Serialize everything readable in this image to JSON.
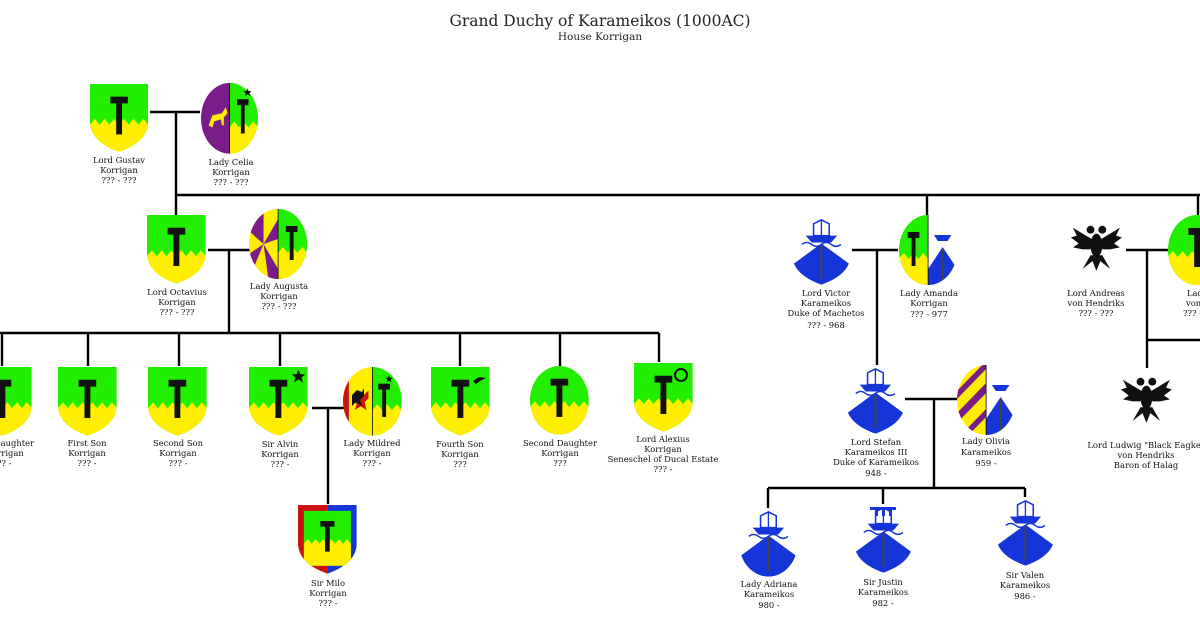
{
  "title": "Grand Duchy of Karameikos (1000AC)",
  "subtitle": "House Korrigan",
  "colors": {
    "green": "#22ee00",
    "yellow": "#ffee00",
    "black": "#111111",
    "blue": "#1535d8",
    "purple": "#7a1c8a",
    "red": "#cc1111",
    "white": "#ffffff"
  },
  "people": [
    {
      "id": "gustav",
      "arms": "korrigan-hammer",
      "lines": [
        "Lord Gustav",
        "Korrigan",
        "??? - ???"
      ]
    },
    {
      "id": "celia",
      "arms": "celia-unicorn-star",
      "lines": [
        "Lady Celia",
        "Korrigan",
        "??? - ???"
      ]
    },
    {
      "id": "octavius",
      "arms": "korrigan-hammer",
      "lines": [
        "Lord Octavius",
        "Korrigan",
        "??? - ???"
      ]
    },
    {
      "id": "augusta",
      "arms": "augusta-gyronny",
      "lines": [
        "Lady Augusta",
        "Korrigan",
        "??? - ???"
      ]
    },
    {
      "id": "daughter",
      "arms": "korrigan-hammer",
      "lines": [
        "Daughter",
        "orrigan",
        "??? -"
      ]
    },
    {
      "id": "first-son",
      "arms": "korrigan-hammer",
      "lines": [
        "First Son",
        "Korrigan",
        "??? -"
      ]
    },
    {
      "id": "second-son",
      "arms": "korrigan-crescent",
      "lines": [
        "Second Son",
        "Korrigan",
        "??? -"
      ]
    },
    {
      "id": "alvin",
      "arms": "korrigan-star",
      "lines": [
        "Sir Alvin",
        "Korrigan",
        "??? -"
      ]
    },
    {
      "id": "mildred",
      "arms": "mildred-dragon",
      "lines": [
        "Lady Mildred",
        "Korrigan",
        "??? -"
      ]
    },
    {
      "id": "fourth-son",
      "arms": "korrigan-bird",
      "lines": [
        "Fourth Son",
        "Korrigan",
        "???"
      ]
    },
    {
      "id": "second-daughter",
      "arms": "korrigan-hammer",
      "lines": [
        "Second Daughter",
        "Korrigan",
        "???"
      ]
    },
    {
      "id": "alexius",
      "arms": "korrigan-annulet",
      "lines": [
        "Lord Alexius",
        "Korrigan",
        "Seneschel of Ducal Estate",
        "??? -"
      ]
    },
    {
      "id": "milo",
      "arms": "milo-bordure",
      "lines": [
        "Sir Milo",
        "Korrigan",
        "??? -"
      ]
    },
    {
      "id": "victor",
      "arms": "karameikos-ship",
      "lines": [
        "Lord Victor",
        "Karameikos",
        "Duke of Machetos",
        "??? - 968"
      ]
    },
    {
      "id": "amanda",
      "arms": "amanda-impaled",
      "lines": [
        "Lady Amanda",
        "Korrigan",
        "??? - 977"
      ]
    },
    {
      "id": "stefan",
      "arms": "karameikos-ship",
      "lines": [
        "Lord Stefan",
        "Karameikos III",
        "Duke of Karameikos",
        "948 -"
      ]
    },
    {
      "id": "olivia",
      "arms": "olivia-bendy",
      "lines": [
        "Lady Olivia",
        "Karameikos",
        "959 -"
      ]
    },
    {
      "id": "adriana",
      "arms": "karameikos-ship",
      "lines": [
        "Lady Adriana",
        "Karameikos",
        "980 -"
      ]
    },
    {
      "id": "justin",
      "arms": "karameikos-ship-label",
      "lines": [
        "Sir Justin",
        "Karameikos",
        "982 -"
      ]
    },
    {
      "id": "valen",
      "arms": "karameikos-ship-crescent",
      "lines": [
        "Sir Valen",
        "Karameikos",
        "986 -"
      ]
    },
    {
      "id": "andreas",
      "arms": "hendriks-eagle",
      "lines": [
        "Lord Andreas",
        "von Hendriks",
        "??? - ???"
      ]
    },
    {
      "id": "lady-b",
      "arms": "korrigan-hammer",
      "lines": [
        "Lady Br",
        "von He",
        "??? -"
      ]
    },
    {
      "id": "ludwig",
      "arms": "hendriks-eagle",
      "lines": [
        "Lord Ludwig \"Black Eagke\"",
        "von Hendriks",
        "Baron of Halag"
      ]
    }
  ]
}
